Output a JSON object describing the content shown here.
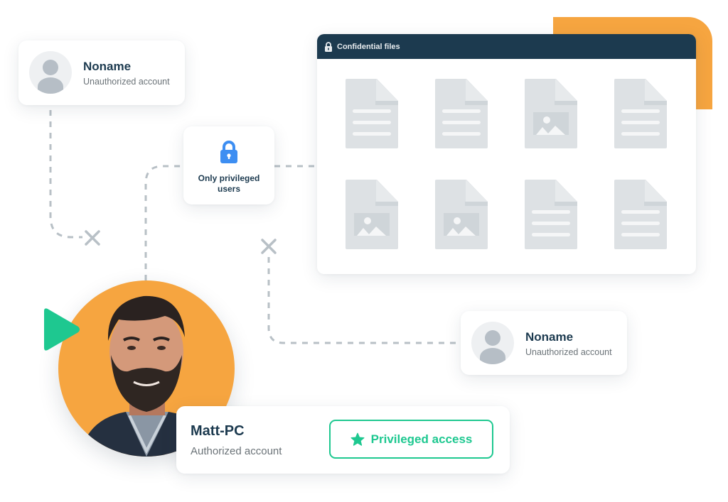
{
  "colors": {
    "navy": "#1c3a4f",
    "orange": "#f6a540",
    "green": "#1ec890",
    "blue": "#3d8ef2",
    "file_gray": "#dde1e4",
    "dash_gray": "#b8c0c6"
  },
  "top_left_user": {
    "name": "Noname",
    "status": "Unauthorized account",
    "icon": "user-avatar-icon"
  },
  "gate": {
    "label": "Only privileged users",
    "icon": "lock-icon"
  },
  "files_window": {
    "title": "Confidential files",
    "icon": "lock-icon",
    "files": [
      {
        "type": "document"
      },
      {
        "type": "document"
      },
      {
        "type": "image"
      },
      {
        "type": "document"
      },
      {
        "type": "image"
      },
      {
        "type": "image"
      },
      {
        "type": "document"
      },
      {
        "type": "document"
      }
    ]
  },
  "bottom_right_user": {
    "name": "Noname",
    "status": "Unauthorized account",
    "icon": "user-avatar-icon"
  },
  "authorized_user": {
    "name": "Matt-PC",
    "status": "Authorized account",
    "badge": "Privileged access",
    "badge_icon": "star-icon",
    "photo": "user-photo",
    "play_icon": "play-icon"
  },
  "connectors": {
    "blocked_icon": "x-icon"
  }
}
